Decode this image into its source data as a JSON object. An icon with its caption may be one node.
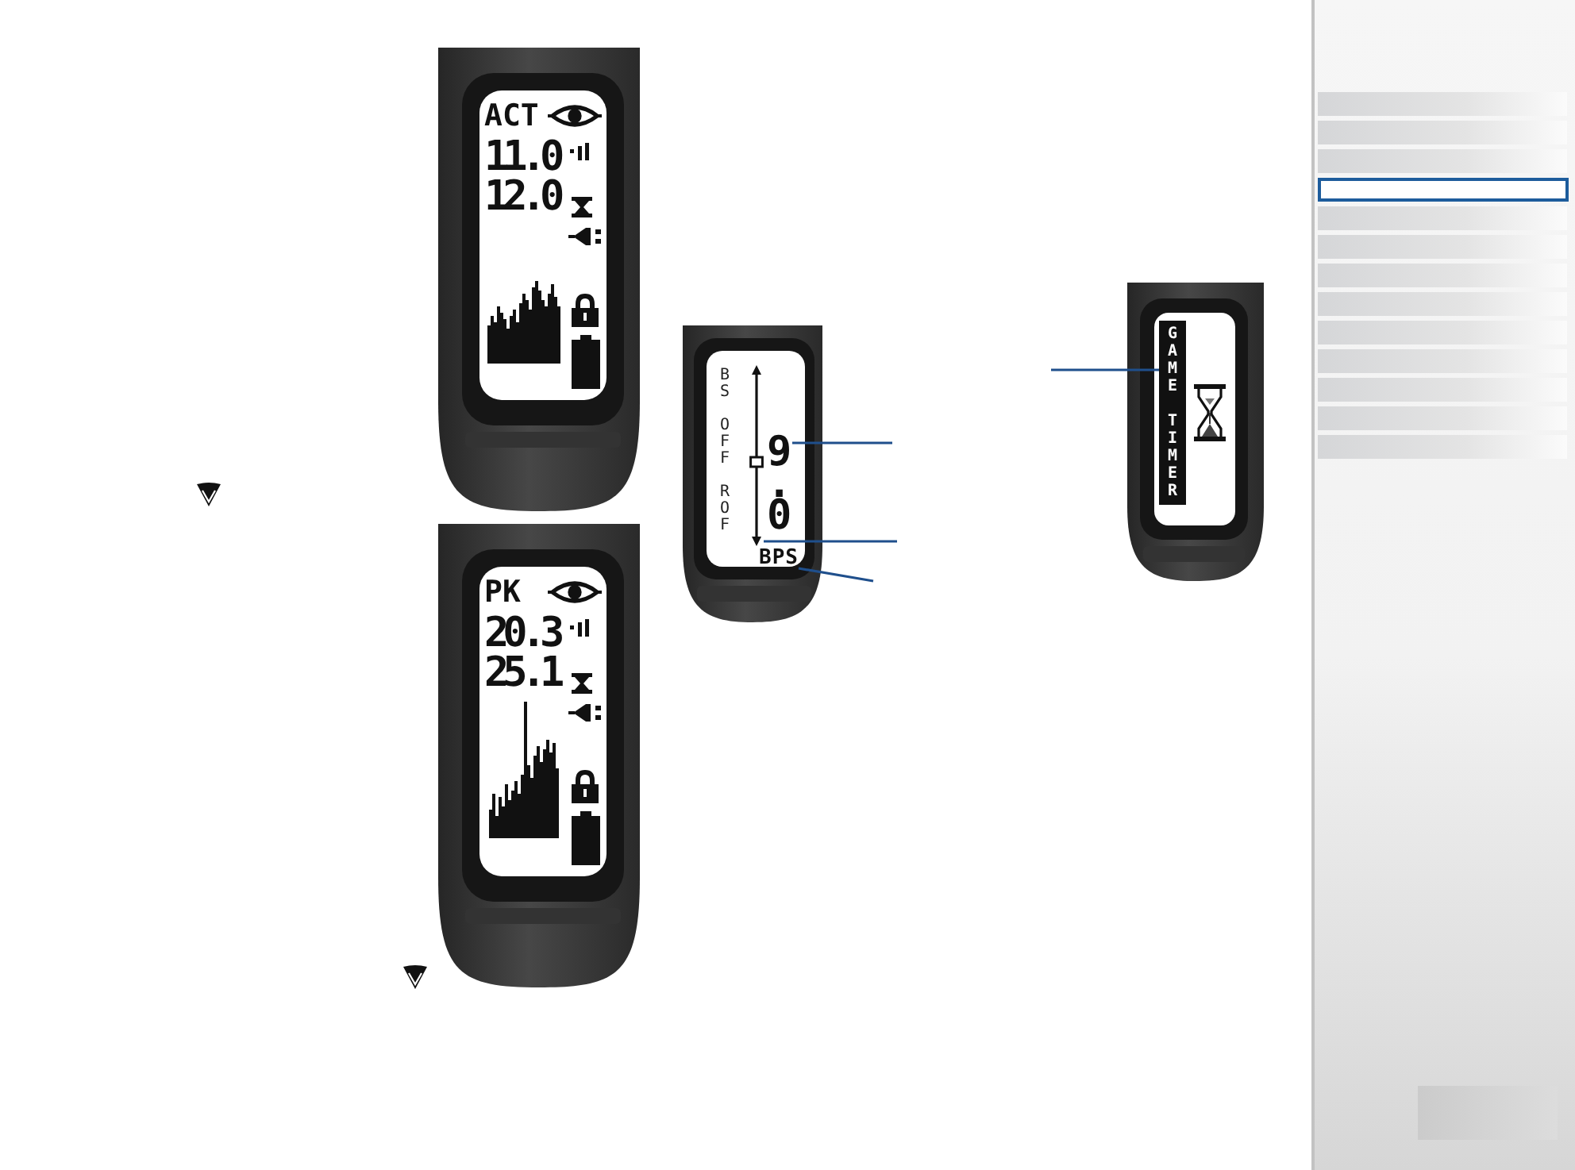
{
  "diagram": {
    "nodes": [
      {
        "text": [
          "ACT",
          "11.0",
          "12.0"
        ]
      },
      {
        "text": [
          "PK",
          "20.3",
          "25.1"
        ]
      },
      {
        "text": [
          "BS OFF ROF"
        ]
      },
      {
        "text": [
          "9.0"
        ],
        "in": 2
      },
      {
        "text": [],
        "shape": "bar",
        "in": 2
      },
      {
        "text": [
          "BPS"
        ],
        "in": 2
      },
      {
        "text": [],
        "shape": "box"
      },
      {
        "text": [
          "GAME TIMER"
        ],
        "in": 6
      }
    ],
    "edges": [
      {
        "from": null,
        "to": 3,
        "arrow": "none"
      },
      {
        "from": null,
        "to": 4,
        "arrow": "none"
      },
      {
        "from": null,
        "to": 5,
        "arrow": "none"
      },
      {
        "from": null,
        "to": 7,
        "arrow": "none"
      }
    ]
  }
}
